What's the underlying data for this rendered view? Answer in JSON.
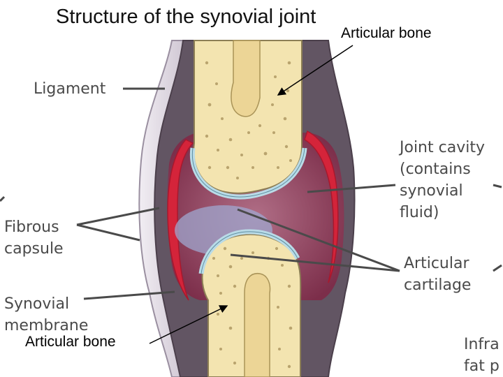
{
  "title": "Structure of the synovial joint",
  "callouts": {
    "top": "Articular bone",
    "bottom": "Articular bone"
  },
  "labels": {
    "ligament": "Ligament",
    "joint_cavity": "Joint cavity\n(contains\nsynovial\nfluid)",
    "fibrous_capsule": "Fibrous\ncapsule",
    "articular_cartilage": "Articular\ncartilage",
    "synovial_membrane": "Synovial\nmembrane",
    "infrapatellar_fat_pad": "Infra\nfat p"
  },
  "colors": {
    "bone": "#f3e4b0",
    "bone_pores": "#b9a46e",
    "marrow": "#ecd596",
    "capsule": "#6b5d68",
    "ligament": "#d8d0dc",
    "synovial_membrane": "#d4243a",
    "cavity": "#8a3b58",
    "cartilage": "#b9dbe7"
  }
}
